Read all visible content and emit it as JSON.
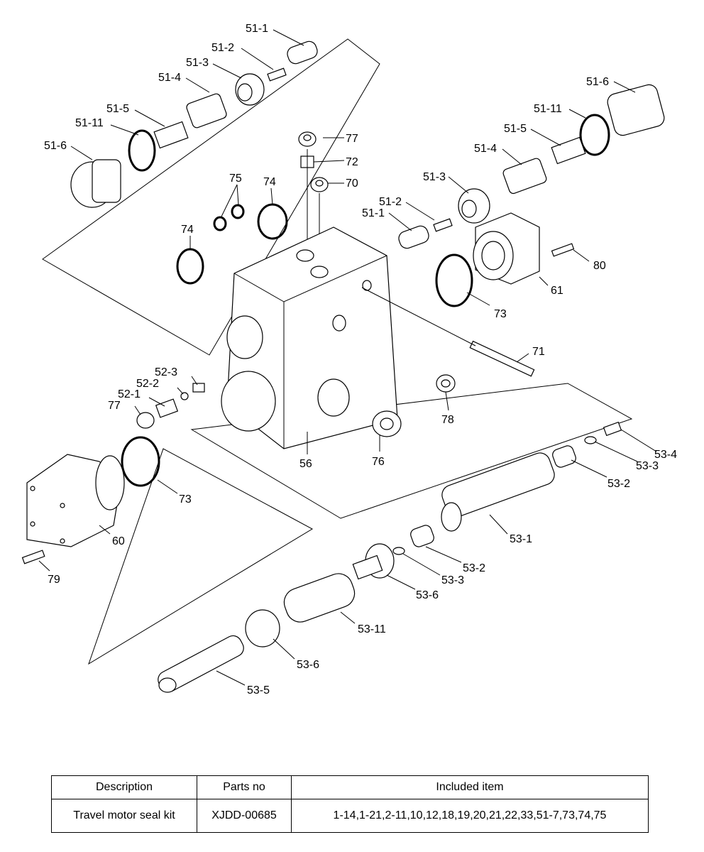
{
  "callouts": [
    "51-1",
    "51-2",
    "51-3",
    "51-4",
    "51-5",
    "51-11",
    "51-6",
    "51-6",
    "51-11",
    "51-5",
    "51-4",
    "51-3",
    "51-2",
    "51-1",
    "77",
    "72",
    "70",
    "75",
    "74",
    "74",
    "73",
    "61",
    "80",
    "71",
    "52-3",
    "52-2",
    "52-1",
    "77",
    "56",
    "76",
    "78",
    "73",
    "60",
    "79",
    "53-4",
    "53-3",
    "53-2",
    "53-1",
    "53-2",
    "53-3",
    "53-6",
    "53-11",
    "53-6",
    "53-5"
  ],
  "table": {
    "headers": [
      "Description",
      "Parts no",
      "Included item"
    ],
    "rows": [
      [
        "Travel motor seal kit",
        "XJDD-00685",
        "1-14,1-21,2-11,10,12,18,19,20,21,22,33,51-7,73,74,75"
      ]
    ]
  }
}
